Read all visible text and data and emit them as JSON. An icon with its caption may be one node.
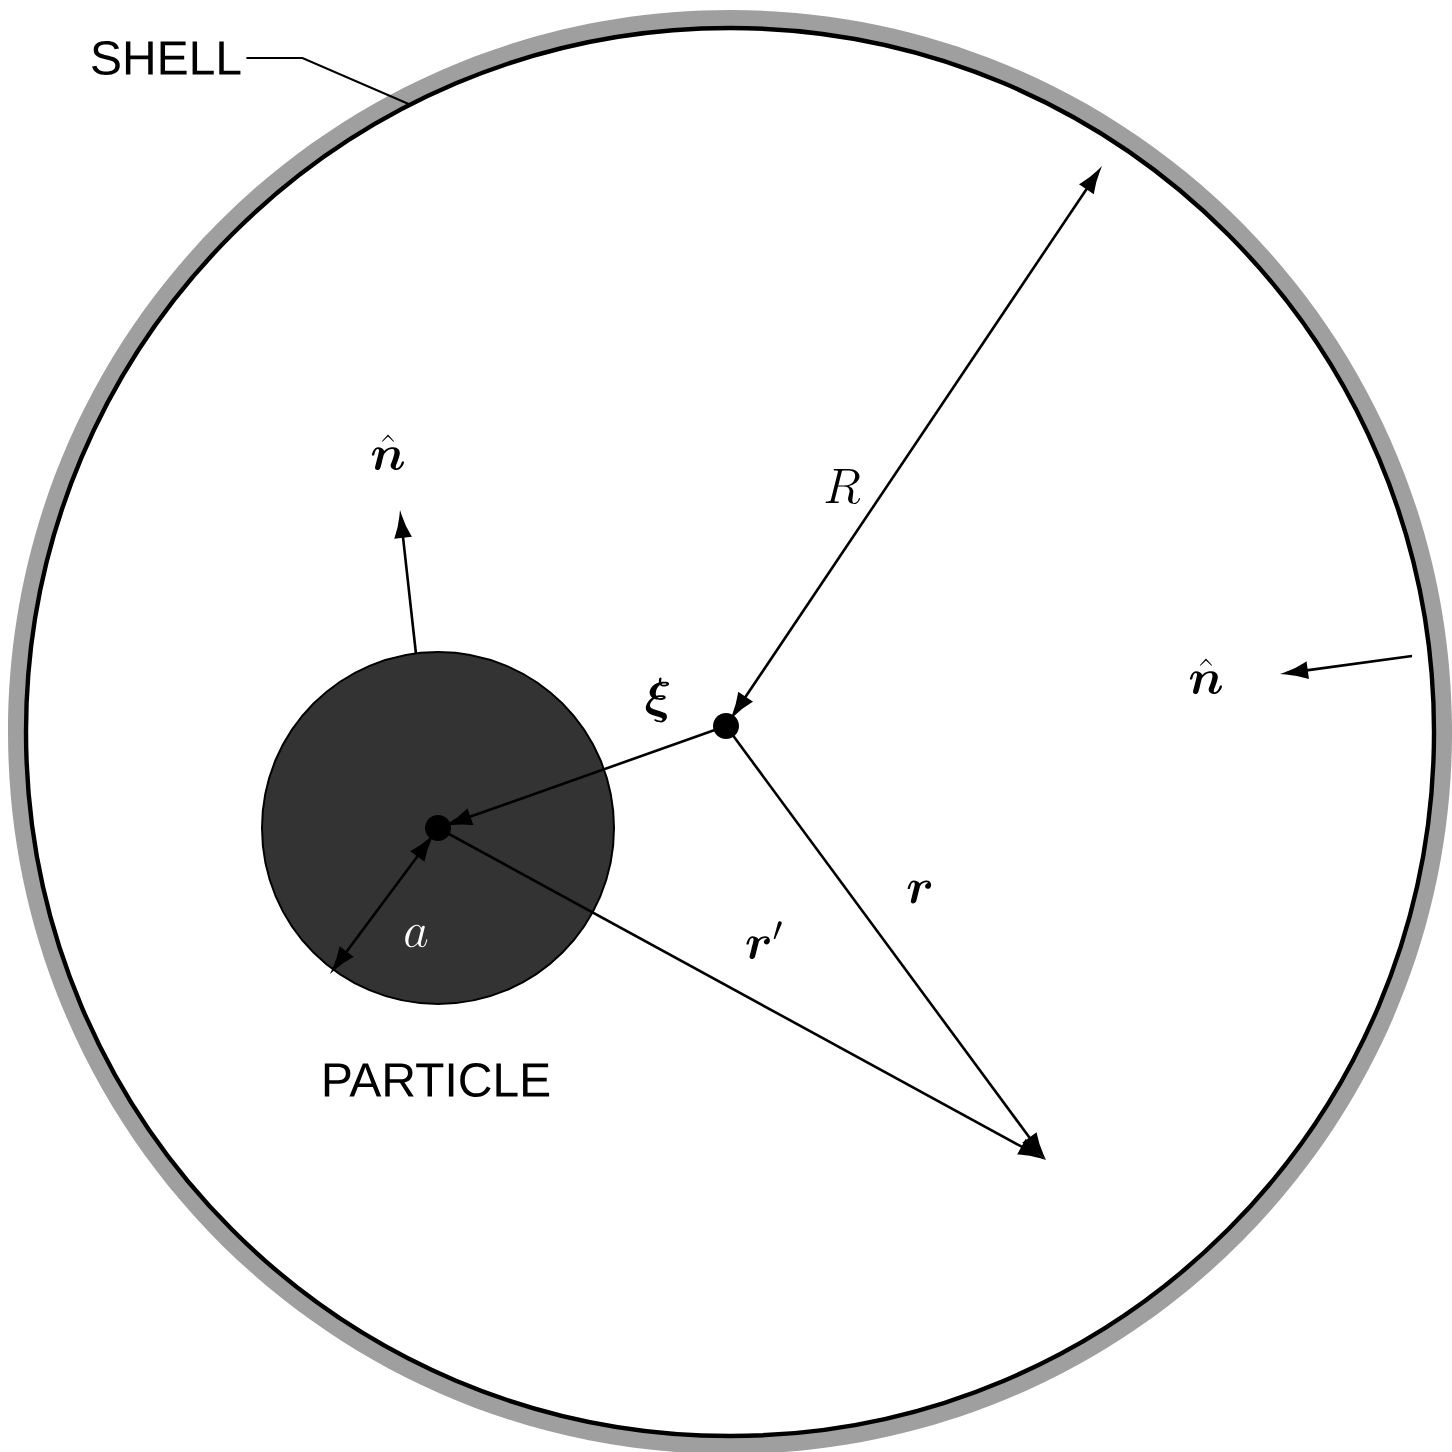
{
  "diagram": {
    "nodes": [
      {
        "text": [],
        "shape": "circle"
      },
      {
        "text": [
          "SHELL"
        ]
      },
      {
        "text": [
          "PARTICLE"
        ],
        "in": 0
      }
    ],
    "edges": [
      {
        "from": 1,
        "to": 0,
        "arrow": "none"
      }
    ],
    "labels": [
      "\\hat{\\boldsymbol{n}}",
      "R",
      "\\hat{\\boldsymbol{n}}",
      "\\boldsymbol{\\xi}",
      "\\boldsymbol{r}",
      "a",
      "\\boldsymbol{r}'"
    ]
  }
}
